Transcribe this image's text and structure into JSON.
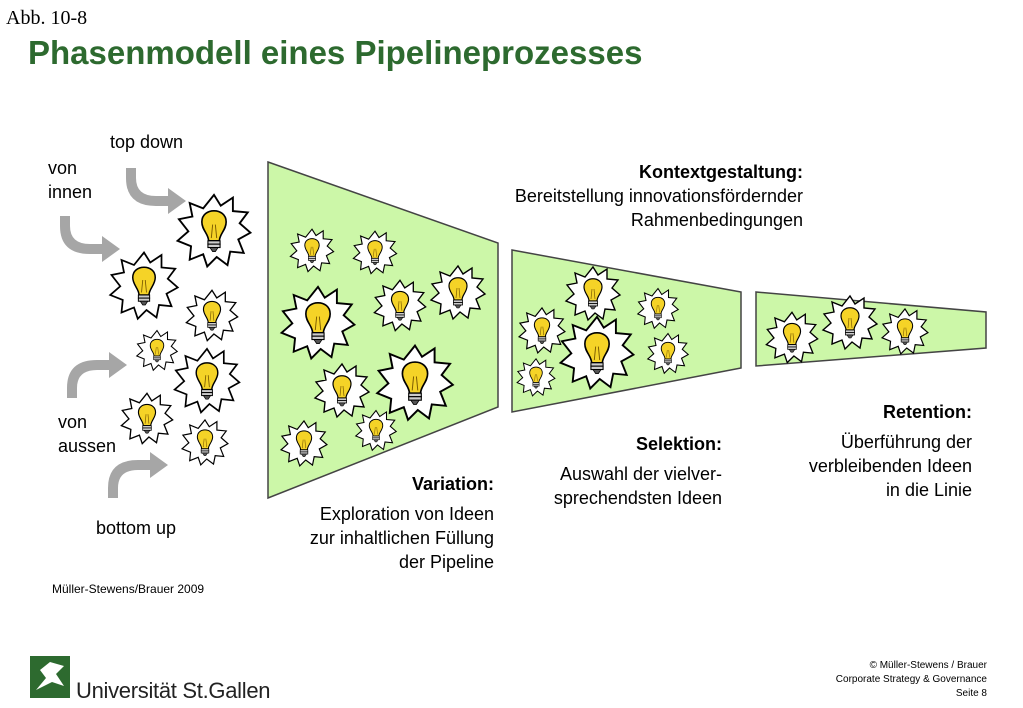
{
  "figure_number": "Abb. 10-8",
  "title": "Phasenmodell eines Pipelineprozesses",
  "sources": {
    "top_down": "top down",
    "von_innen": [
      "von",
      "innen"
    ],
    "von_aussen": [
      "von",
      "aussen"
    ],
    "bottom_up": "bottom up"
  },
  "phases": {
    "kontext": {
      "heading": "Kontextgestaltung:",
      "lines": [
        "Bereitstellung innovationsfördernder",
        "Rahmenbedingungen"
      ]
    },
    "variation": {
      "heading": "Variation:",
      "lines": [
        "Exploration von Ideen",
        "zur inhaltlichen Füllung",
        "der Pipeline"
      ]
    },
    "selektion": {
      "heading": "Selektion:",
      "lines": [
        "Auswahl der vielver-",
        "sprechendsten Ideen"
      ]
    },
    "retention": {
      "heading": "Retention:",
      "lines": [
        "Überführung der",
        "verbleibenden Ideen",
        "in die Linie"
      ]
    }
  },
  "citation": "Müller-Stewens/Brauer 2009",
  "footer": {
    "copyright": "© Müller-Stewens / Brauer",
    "course": "Corporate Strategy & Governance",
    "page": "Seite 8"
  },
  "logo": {
    "text": "Universität St.Gallen"
  },
  "colors": {
    "title": "#2d6a2f",
    "pipeline_fill": "#ccf7a8",
    "arrow": "#a6a6a6",
    "bulb": "#f5d327",
    "logo": "#2d6a2f"
  }
}
